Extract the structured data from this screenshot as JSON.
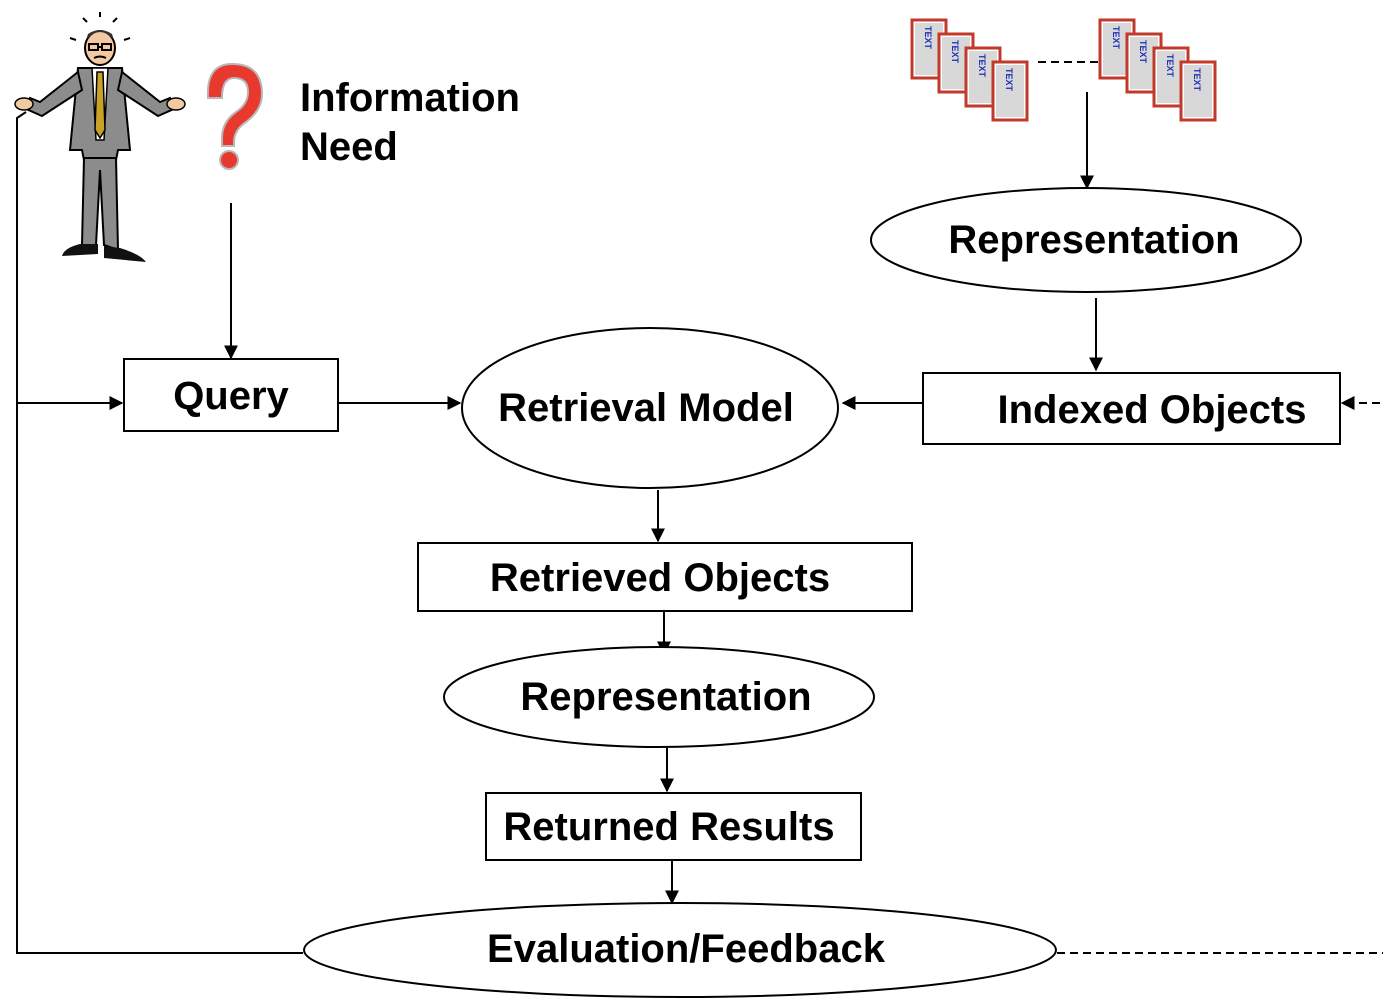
{
  "diagram": {
    "nodes": {
      "information_need": {
        "line1": "Information",
        "line2": "Need"
      },
      "representation_top": {
        "label": "Representation"
      },
      "query": {
        "label": "Query"
      },
      "retrieval_model": {
        "label": "Retrieval Model"
      },
      "indexed_objects": {
        "label": "Indexed Objects"
      },
      "retrieved_objects": {
        "label": "Retrieved Objects"
      },
      "representation_bottom": {
        "label": "Representation"
      },
      "returned_results": {
        "label": "Returned Results"
      },
      "evaluation_feedback": {
        "label": "Evaluation/Feedback"
      }
    },
    "icons": {
      "user": "confused-man-icon",
      "question": "question-mark-icon",
      "documents": "text-document-icon"
    },
    "document_glyph": "TEXT",
    "colors": {
      "stroke": "#000000",
      "question_mark": "#e8392f",
      "document_border": "#c0392b",
      "document_text": "#1a2fb5",
      "suit": "#8c8c8c",
      "tie": "#c9a227"
    }
  }
}
